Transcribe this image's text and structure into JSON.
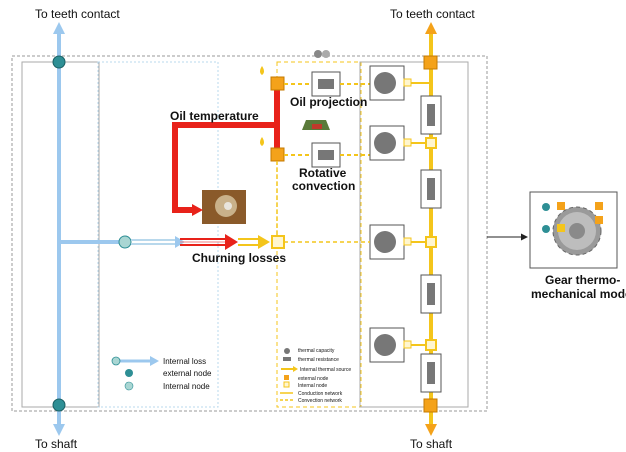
{
  "labels": {
    "top_left": "To teeth contact",
    "top_right": "To teeth contact",
    "bottom_left": "To shaft",
    "bottom_right": "To shaft",
    "oil_temperature": "Oil temperature",
    "oil_projection": "Oil projection",
    "rotative_convection_line1": "Rotative",
    "rotative_convection_line2": "convection",
    "churning_losses": "Churning losses",
    "gear_model_line1": "Gear thermo-",
    "gear_model_line2": "mechanical model"
  },
  "left_legend": {
    "internal_loss": "Internal loss",
    "external_node": "external node",
    "internal_node": "Internal node"
  },
  "right_legend": {
    "thermal_capacity": "thermal capacity",
    "thermal_resistance": "thermal resistance",
    "internal_thermal_source": "Internal thermal source",
    "external_node": "external node",
    "internal_node": "Internal node",
    "conduction_network": "Conduction network",
    "convection_network": "Convection network"
  },
  "colors": {
    "shaft_blue": "#9cc8ee",
    "node_teal": "#2e8f95",
    "internal_node_teal": "#a9d6d3",
    "heat_red": "#e8221a",
    "network_yellow": "#f4c51b",
    "external_node_orange": "#f4a21a",
    "capacity_gray": "#777777",
    "resistance_gray": "#777777"
  }
}
